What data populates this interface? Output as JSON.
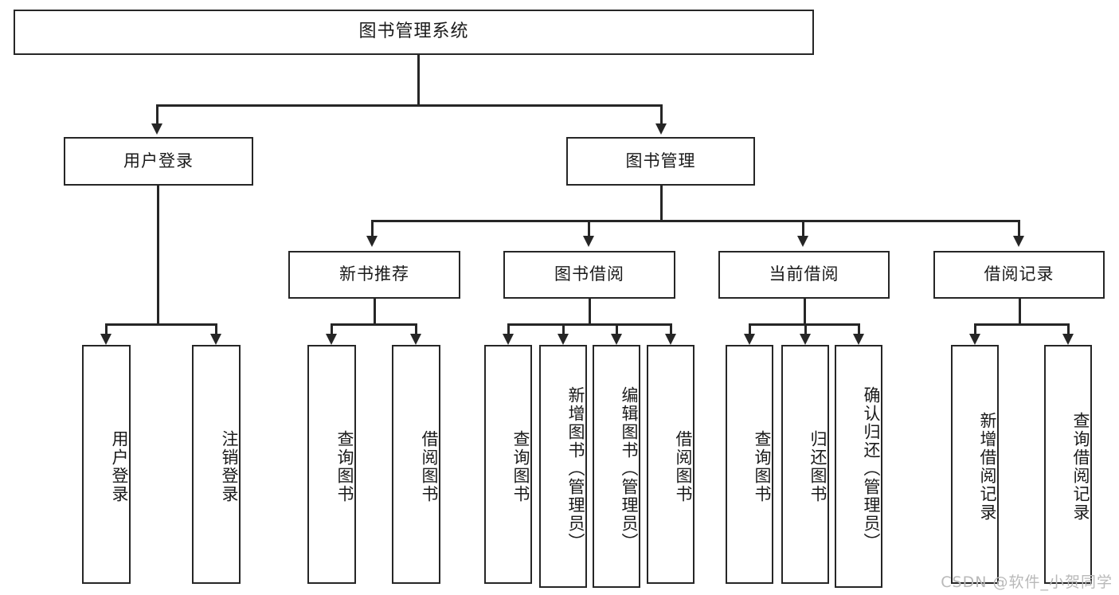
{
  "diagram": {
    "title": "图书管理系统",
    "type": "tree",
    "watermark": "CSDN @软件_小贺同学",
    "root": {
      "label": "图书管理系统"
    },
    "level2": [
      {
        "label": "用户登录"
      },
      {
        "label": "图书管理"
      }
    ],
    "level3": [
      {
        "label": "新书推荐"
      },
      {
        "label": "图书借阅"
      },
      {
        "label": "当前借阅"
      },
      {
        "label": "借阅记录"
      }
    ],
    "leaves": {
      "user_login": [
        {
          "label": "用户登录"
        },
        {
          "label": "注销登录"
        }
      ],
      "new_book_recommend": [
        {
          "label": "查询图书"
        },
        {
          "label": "借阅图书"
        }
      ],
      "book_borrow": [
        {
          "label": "查询图书"
        },
        {
          "label": "新增图书（管理员）"
        },
        {
          "label": "编辑图书（管理员）"
        },
        {
          "label": "借阅图书"
        }
      ],
      "current_borrow": [
        {
          "label": "查询图书"
        },
        {
          "label": "归还图书"
        },
        {
          "label": "确认归还（管理员）"
        }
      ],
      "borrow_record": [
        {
          "label": "新增借阅记录"
        },
        {
          "label": "查询借阅记录"
        }
      ]
    },
    "colors": {
      "stroke": "#262626",
      "fill": "#ffffff",
      "text": "#1a1a1a",
      "watermark": "#b9b9b9"
    }
  }
}
